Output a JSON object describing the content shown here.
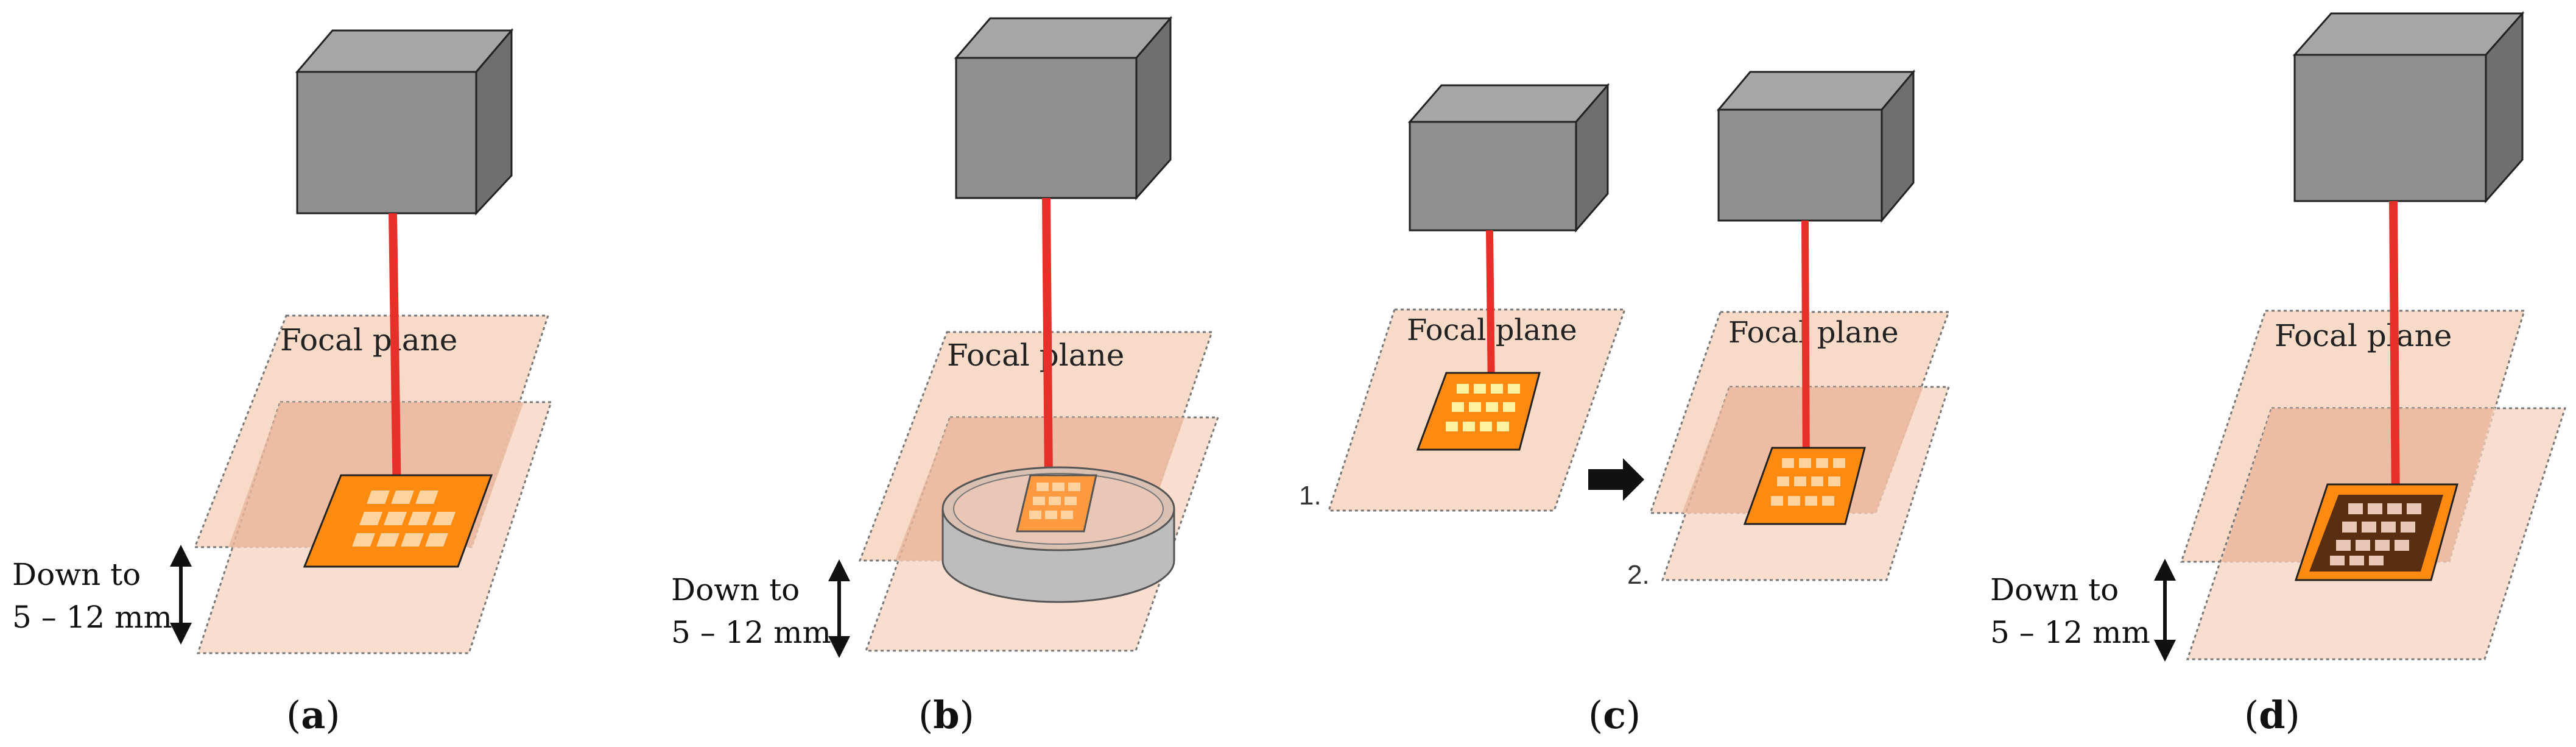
{
  "colors": {
    "plane_fill": "#f7d3bf",
    "plane_edge": "#777777",
    "lowered_overlap": "#e9b79c",
    "box_front": "#8f8f8f",
    "box_top": "#a6a6a6",
    "box_side": "#6f6f6f",
    "laser": "#e8302a",
    "sample": "#ff8a12",
    "sample_cell": "#ffd3a0",
    "sample_cell_bright": "#fff2a0",
    "substrate": "#bdbdbd",
    "dark_frame": "#5a2e10",
    "arrow": "#111111"
  },
  "panels": {
    "a": {
      "focal_label": "Focal plane",
      "down_label_1": "Down to",
      "down_label_2": "5 – 12 mm",
      "caption": "a"
    },
    "b": {
      "focal_label": "Focal plane",
      "down_label_1": "Down to",
      "down_label_2": "5 – 12 mm",
      "caption": "b"
    },
    "c": {
      "focal_label_1": "Focal plane",
      "focal_label_2": "Focal plane",
      "step_1": "1.",
      "step_2": "2.",
      "caption": "c"
    },
    "d": {
      "focal_label": "Focal plane",
      "down_label_1": "Down to",
      "down_label_2": "5 – 12 mm",
      "caption": "d"
    }
  }
}
